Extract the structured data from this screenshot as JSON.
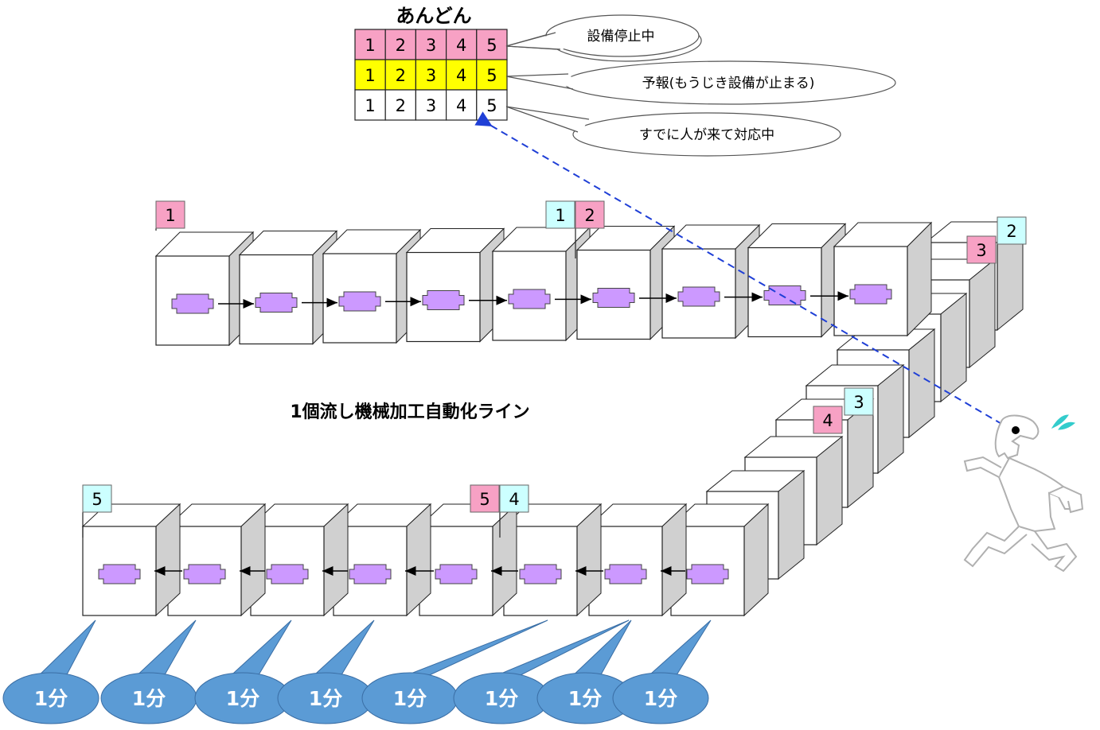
{
  "andon": {
    "title": "あんどん",
    "rows": [
      {
        "cells": [
          "1",
          "2",
          "3",
          "4",
          "5"
        ],
        "color": "#f7a1c4",
        "bubble": "設備停止中"
      },
      {
        "cells": [
          "1",
          "2",
          "3",
          "4",
          "5"
        ],
        "color": "#ffff00",
        "bubble": "予報(もうじき設備が止まる)"
      },
      {
        "cells": [
          "1",
          "2",
          "3",
          "4",
          "5"
        ],
        "color": "#ffffff",
        "bubble": "すでに人が来て対応中"
      }
    ]
  },
  "line_label": "1個流し機械加工自動化ライン",
  "flags": [
    {
      "id": "flag-1-pink",
      "text": "1",
      "color": "#f7a1c4"
    },
    {
      "id": "flag-1-cyan",
      "text": "1",
      "color": "#ccffff"
    },
    {
      "id": "flag-2-pink",
      "text": "2",
      "color": "#f7a1c4"
    },
    {
      "id": "flag-2-cyan",
      "text": "2",
      "color": "#ccffff"
    },
    {
      "id": "flag-3-pink",
      "text": "3",
      "color": "#f7a1c4"
    },
    {
      "id": "flag-3-cyan",
      "text": "3",
      "color": "#ccffff"
    },
    {
      "id": "flag-4-pink",
      "text": "4",
      "color": "#f7a1c4"
    },
    {
      "id": "flag-4-cyan",
      "text": "4",
      "color": "#ccffff"
    },
    {
      "id": "flag-5-pink",
      "text": "5",
      "color": "#f7a1c4"
    },
    {
      "id": "flag-5-cyan",
      "text": "5",
      "color": "#ccffff"
    }
  ],
  "cycle_times": [
    "1分",
    "1分",
    "1分",
    "1分",
    "1分",
    "1分",
    "1分",
    "1分"
  ],
  "colors": {
    "machine_front": "#ffffff",
    "machine_side": "#d0d0d0",
    "workpiece": "#cc99ff",
    "bubble_fill": "#5b9bd5",
    "dashed_line": "#1f3fd6"
  }
}
